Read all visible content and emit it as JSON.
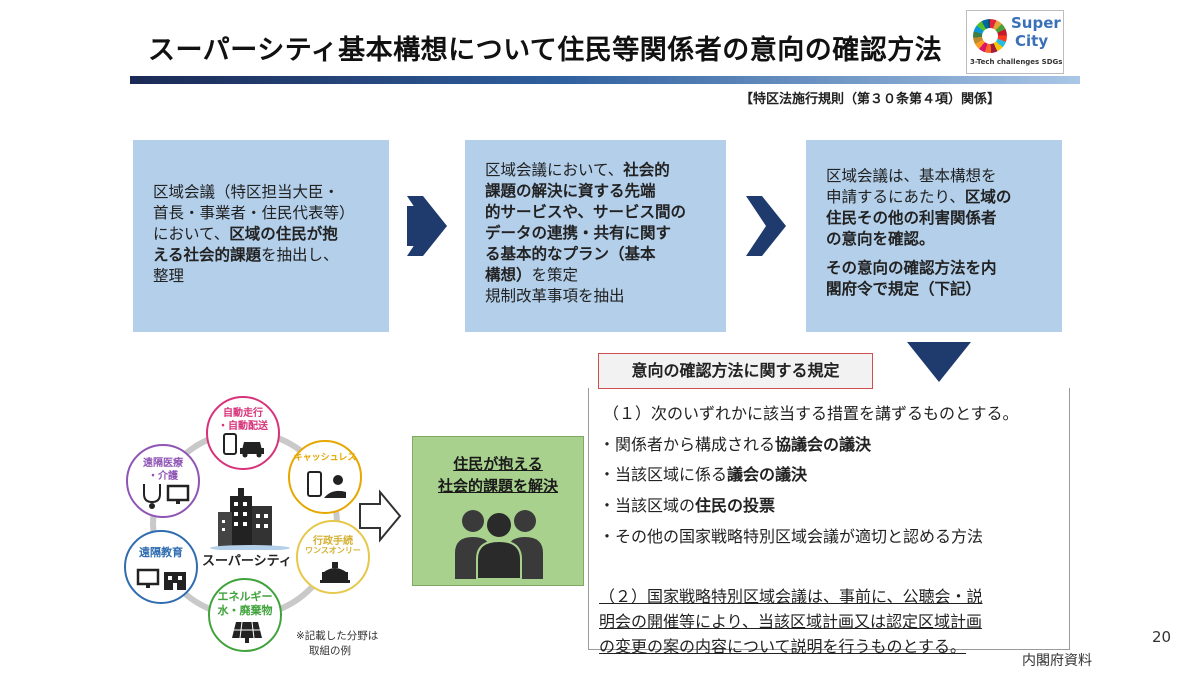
{
  "title": "スーパーシティ基本構想について住民等関係者の意向の確認方法",
  "logo": {
    "line1": "Super",
    "line2": "City",
    "line3": "3-Tech challenges SDGs"
  },
  "rule_reference": "【特区法施行規則（第３０条第４項）関係】",
  "step1": {
    "l1": "区域会議（特区担当大臣・",
    "l2": "首長・事業者・住民代表等）",
    "l3a": "において、",
    "l3b": "区域の住民が抱",
    "l4a": "える社会的課題",
    "l4b": "を抽出し、",
    "l5": "整理"
  },
  "step2": {
    "l1a": "区域会議において、",
    "l1b": "社会的",
    "l2": "課題の解決に資する先端",
    "l3": "的サービスや、サービス間の",
    "l4": "データの連携・共有に関す",
    "l5": "る基本的なプラン（基本",
    "l6a": "構想）",
    "l6b": "を策定",
    "l7": "規制改革事項を抽出"
  },
  "step3": {
    "l1": "区域会議は、基本構想を",
    "l2a": "申請するにあたり、",
    "l2b": "区域の",
    "l3": "住民その他の利害関係者",
    "l4": "の意向を確認。",
    "l5": "その意向の確認方法を内",
    "l6": "閣府令で規定（下記）"
  },
  "rules": {
    "header": "意向の確認方法に関する規定",
    "intro": "（１）次のいずれかに該当する措置を講ずるものとする。",
    "b1a": "・関係者から構成される",
    "b1b": "協議会の議決",
    "b2a": "・当該区域に係る",
    "b2b": "議会の議決",
    "b3a": "・当該区域の",
    "b3b": "住民の投票",
    "b4": "・その他の国家戦略特別区域会議が適切と認める方法",
    "p2l1": "（２）国家戦略特別区域会議は、事前に、公聴会・説",
    "p2l2": "明会の開催等により、当該区域計画又は認定区域計画",
    "p2l3": "の変更の案の内容について説明を行うものとする。"
  },
  "resolve": {
    "l1": "住民が抱える",
    "l2": "社会的課題を解決"
  },
  "diagram": {
    "center": "スーパーシティ",
    "nodes": {
      "auto": {
        "l1": "自動走行",
        "l2": "・自動配送",
        "color": "#d6337a"
      },
      "cashless": {
        "l1": "キャッシュレス",
        "color": "#e6a700"
      },
      "admin": {
        "l1": "行政手続",
        "l2": "ワンスオンリー",
        "color": "#e6c84a"
      },
      "energy": {
        "l1": "エネルギー",
        "l2": "水・廃棄物",
        "color": "#3fa23a"
      },
      "education": {
        "l1": "遠隔教育",
        "color": "#2f6cb0"
      },
      "medical": {
        "l1": "遠隔医療",
        "l2": "・介護",
        "color": "#8e55b5"
      }
    },
    "note1": "※記載した分野は",
    "note2": "取組の例"
  },
  "page_number": "20",
  "source": "内閣府資料",
  "colors": {
    "step_bg": "#b3cfea",
    "arrow": "#1f3b6e",
    "resolve_bg": "#a9d18e",
    "tab_border": "#d05050"
  }
}
